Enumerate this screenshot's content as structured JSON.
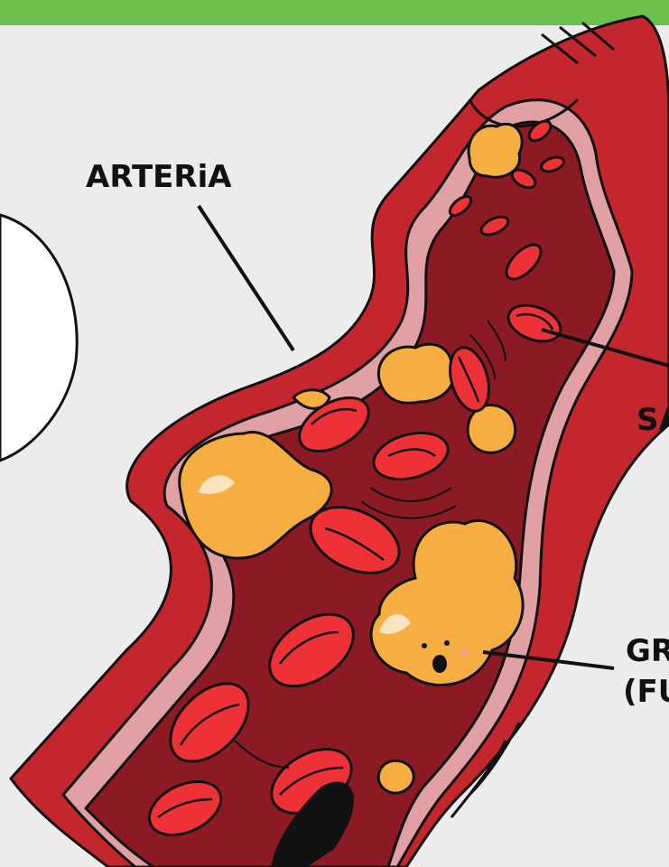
{
  "colors": {
    "top_bar": "#6cc04a",
    "background": "#ececec",
    "artery_wall": "#c4262e",
    "artery_inner_wall": "#e0a0a4",
    "lumen": "#8c1a24",
    "blood_cell": "#ee3137",
    "plaque": "#f6ad41",
    "plaque_highlight": "#fde4c0",
    "outline": "#111111"
  },
  "labels": {
    "artery": "ARTERiA",
    "blood": "SA",
    "fat_line1": "GR",
    "fat_line2": "(FU"
  }
}
